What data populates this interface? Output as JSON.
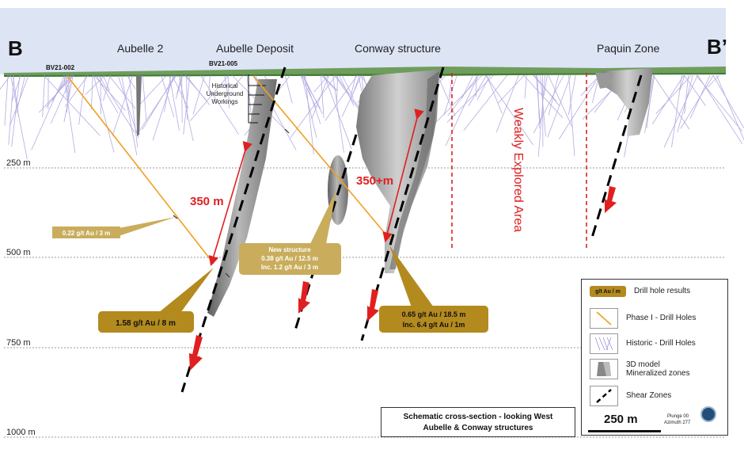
{
  "section_labels": {
    "start": "B",
    "end": "B’"
  },
  "top_labels": {
    "aubelle2": "Aubelle 2",
    "aubelle_deposit": "Aubelle Deposit",
    "conway": "Conway structure",
    "paquin": "Paquin Zone"
  },
  "hole_labels": {
    "bv21_002": "BV21-002",
    "bv21_005": "BV21-005"
  },
  "historical_workings": [
    "Historical",
    "Underground",
    "Workings"
  ],
  "depth_labels": [
    "250 m",
    "500 m",
    "750 m",
    "1000 m"
  ],
  "extents": {
    "aubelle": "350 m",
    "conway": "350+m"
  },
  "weakly_explored": "Weakly Explored Area",
  "callouts": {
    "c022": "0.22 g/t Au / 3 m",
    "new_structure": [
      "New structure",
      "0.38 g/t Au / 12.5 m",
      "Inc. 1.2 g/t Au / 3 m"
    ],
    "c158": "1.58 g/t Au / 8 m",
    "c065": [
      "0.65 g/t Au / 18.5 m",
      "Inc. 6.4 g/t Au / 1m"
    ]
  },
  "legend": {
    "symbol_text": "g/t Au / m",
    "items": [
      {
        "label": "Drill hole results"
      },
      {
        "label": "Phase I - Drill Holes"
      },
      {
        "label": "Historic - Drill Holes"
      },
      {
        "label": "3D model\nMineralized zones"
      },
      {
        "label": "Shear Zones"
      }
    ],
    "scale": "250 m",
    "plunge": "Plunge 00",
    "azimuth": "Azimuth 277"
  },
  "caption": [
    "Schematic cross-section - looking West",
    "Aubelle & Conway structures"
  ],
  "colors": {
    "sky": "#dde4f4",
    "ground_line": "#5a9a48",
    "phase1_hole": "#f0a020",
    "historic_hole": "#9080d0",
    "callout_gold": "#b38a1e",
    "callout_tan": "#c9ad5c",
    "red": "#e02020",
    "zone_grey": "#8a8a8a"
  }
}
